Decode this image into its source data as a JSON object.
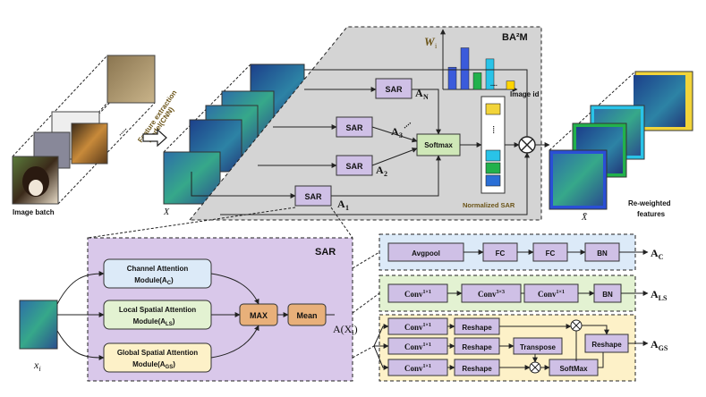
{
  "left": {
    "image_batch": "Image batch",
    "feature_extraction_1": "Feature extraction",
    "feature_extraction_2": "model(CNN)",
    "x_label": "X",
    "dots": "....."
  },
  "ba2m": {
    "title": "BA²M",
    "weights_label": "W",
    "weights_sub": "i",
    "image_id": "Image id",
    "sar": "SAR",
    "a_n": "A",
    "a_n_sub": "N",
    "a_3": "A",
    "a_3_sub": "3",
    "a_2": "A",
    "a_2_sub": "2",
    "a_1": "A",
    "a_1_sub": "1",
    "dots": "....",
    "softmax": "Softmax",
    "normalized_sar": "Normalized SAR",
    "bar_values": [
      0.4,
      0.75,
      0.3,
      0.55,
      0.15,
      0.12
    ],
    "bar_colors": [
      "#3b5bdb",
      "#3b5bdb",
      "#22b14c",
      "#29c3e8",
      "#ffd400",
      "#ffd400"
    ],
    "norm_colors": [
      "#f2d43a",
      "#ffffff",
      "#ffffff",
      "#29c3e8",
      "#22b14c",
      "#2a6fd6"
    ]
  },
  "right": {
    "x_bar": "X̄",
    "reweighted_1": "Re-weighted",
    "reweighted_2": "features"
  },
  "sar_detail": {
    "title": "SAR",
    "xi": "x",
    "xi_sub": "i",
    "channel_1": "Channel Attention",
    "channel_2": "Module(A",
    "channel_sub": "C",
    "local_1": "Local Spatial Attention",
    "local_2": "Module(A",
    "local_sub": "LS",
    "global_1": "Global Spatial Attention",
    "global_2": "Module(A",
    "global_sub": "GS",
    "close_paren": ")",
    "max": "MAX",
    "mean": "Mean",
    "output": "A(X",
    "output_sub": "i",
    "output_end": ")"
  },
  "channel_branch": {
    "avgpool": "Avgpool",
    "fc1": "FC",
    "fc2": "FC",
    "bn": "BN",
    "out": "A",
    "out_sub": "C"
  },
  "local_branch": {
    "conv1": "Conv",
    "conv1_sup": "1×1",
    "conv2": "Conv",
    "conv2_sup": "3×3",
    "conv3": "Conv",
    "conv3_sup": "1×1",
    "bn": "BN",
    "out": "A",
    "out_sub": "LS"
  },
  "global_branch": {
    "conv_a": "Conv",
    "conv_a_sup": "1×1",
    "conv_b": "Conv",
    "conv_b_sup": "1×1",
    "conv_c": "Conv",
    "conv_c_sup": "1×1",
    "reshape_a": "Reshape",
    "reshape_b": "Reshape",
    "reshape_c": "Reshape",
    "reshape_out": "Reshape",
    "transpose": "Transpose",
    "softmax": "SoftMax",
    "out": "A",
    "out_sub": "GS"
  }
}
